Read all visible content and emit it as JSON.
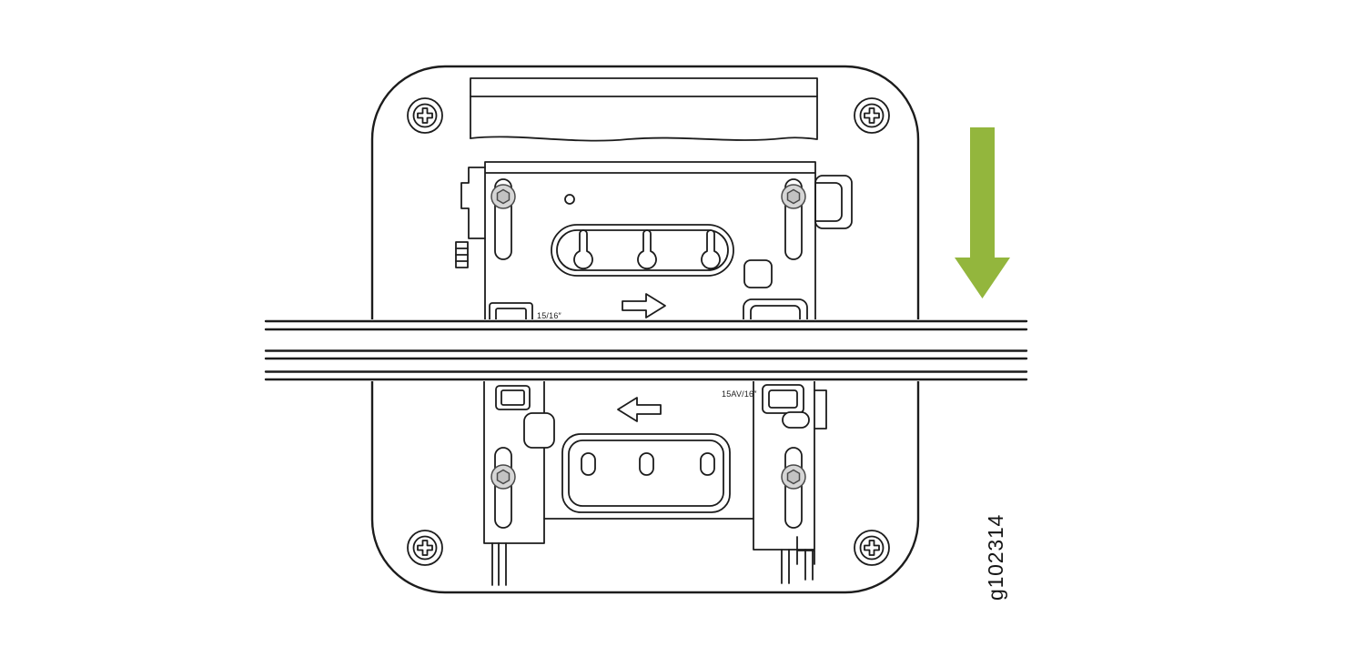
{
  "figure": {
    "id_label": "g102314"
  },
  "labels": {
    "top_rail_measurement": "15/16″",
    "bottom_rail_measurement": "15AV/16″"
  },
  "colors": {
    "line": "#1c1c1c",
    "slide_arrow_green": "#93b63d",
    "screw_fill": "#d6d6d6",
    "screw_socket": "#c2c2c2",
    "background": "#ffffff"
  },
  "icons": {
    "slide_direction": "down-arrow-icon",
    "top_bracket_direction": "right-arrow-icon",
    "bottom_bracket_direction": "left-arrow-icon",
    "corner_fastener": "phillips-screw-icon",
    "bracket_fastener": "hex-socket-screw-icon"
  }
}
